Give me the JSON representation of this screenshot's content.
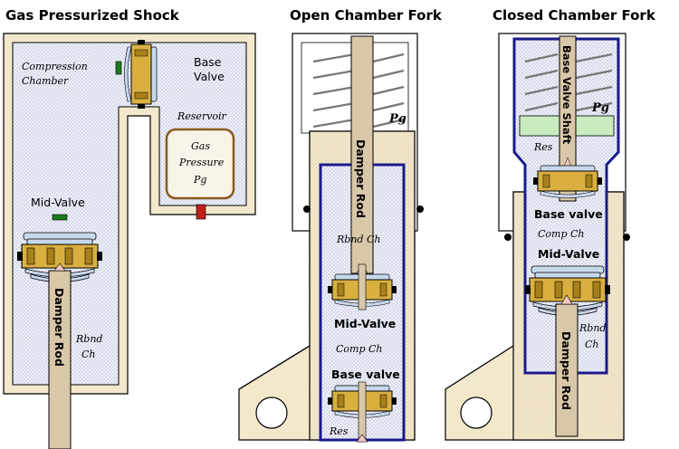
{
  "panels": {
    "gas_shock": {
      "title": "Gas Pressurized Shock",
      "labels": {
        "compression_chamber_1": "Compression",
        "compression_chamber_2": "Chamber",
        "base_valve_1": "Base",
        "base_valve_2": "Valve",
        "reservoir": "Reservoir",
        "gas_1": "Gas",
        "gas_2": "Pressure",
        "gas_3": "Pg",
        "mid_valve": "Mid-Valve",
        "rbnd_1": "Rbnd",
        "rbnd_2": "Ch",
        "damper_rod": "Damper Rod"
      }
    },
    "open_fork": {
      "title": "Open Chamber Fork",
      "labels": {
        "pg": "Pg",
        "damper_rod": "Damper Rod",
        "rbnd": "Rbnd Ch",
        "mid_valve": "Mid-Valve",
        "comp": "Comp Ch",
        "base_valve": "Base valve",
        "res": "Res"
      }
    },
    "closed_fork": {
      "title": "Closed Chamber Fork",
      "labels": {
        "base_valve_shaft": "Base Valve Shaft",
        "pg": "Pg",
        "res": "Res",
        "base_valve": "Base valve",
        "comp": "Comp Ch",
        "mid_valve": "Mid-Valve",
        "rbnd_1": "Rbnd",
        "rbnd_2": "Ch",
        "damper_rod": "Damper Rod"
      }
    }
  },
  "colors": {
    "stipple_bg": "#eef0f8",
    "sand_bg": "#f3e8cc",
    "rod": "#d8c7a8",
    "valve_gold": "#d9b040",
    "valve_blue": "#c8d8ec",
    "chamber_blue": "#1a1a8c",
    "gas_green": "#c8ecc0",
    "seal_red": "#c0201a",
    "nose_pink": "#f4c8c0"
  }
}
